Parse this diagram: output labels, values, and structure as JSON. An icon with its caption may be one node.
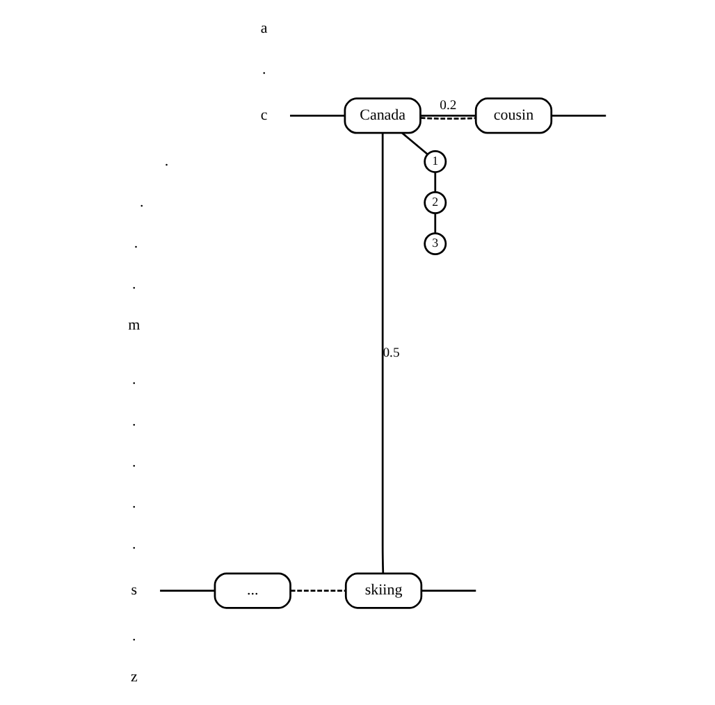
{
  "diagram": {
    "nodes": [
      {
        "text": [
          "c"
        ]
      },
      {
        "text": [
          "Canada"
        ]
      },
      {
        "text": [
          "cousin"
        ]
      },
      {
        "text": [
          "1"
        ]
      },
      {
        "text": [
          "2"
        ]
      },
      {
        "text": [
          "3"
        ]
      },
      {
        "text": [
          "s"
        ]
      },
      {
        "text": [
          "..."
        ]
      },
      {
        "text": [
          "skiing"
        ]
      }
    ],
    "edges": [
      {
        "from": 0,
        "to": 1,
        "arrow": "none"
      },
      {
        "from": 1,
        "to": 2,
        "arrow": "none",
        "style": "dashed"
      },
      {
        "from": 2,
        "to": null,
        "arrow": "none"
      },
      {
        "from": 1,
        "to": 3,
        "arrow": "none"
      },
      {
        "from": 3,
        "to": 4,
        "arrow": "none"
      },
      {
        "from": 4,
        "to": 5,
        "arrow": "none"
      },
      {
        "from": 1,
        "to": 2,
        "arrow": "none",
        "label": "0.2"
      },
      {
        "from": 1,
        "to": 8,
        "arrow": "none",
        "label": "0.5"
      },
      {
        "from": 6,
        "to": 7,
        "arrow": "none"
      },
      {
        "from": 7,
        "to": 8,
        "arrow": "none",
        "style": "dashed"
      },
      {
        "from": 8,
        "to": null,
        "arrow": "none"
      }
    ],
    "labels": [
      "a",
      ".",
      ".",
      ".",
      ".",
      ".",
      "m",
      ".",
      ".",
      ".",
      ".",
      ".",
      ".",
      "z"
    ]
  }
}
